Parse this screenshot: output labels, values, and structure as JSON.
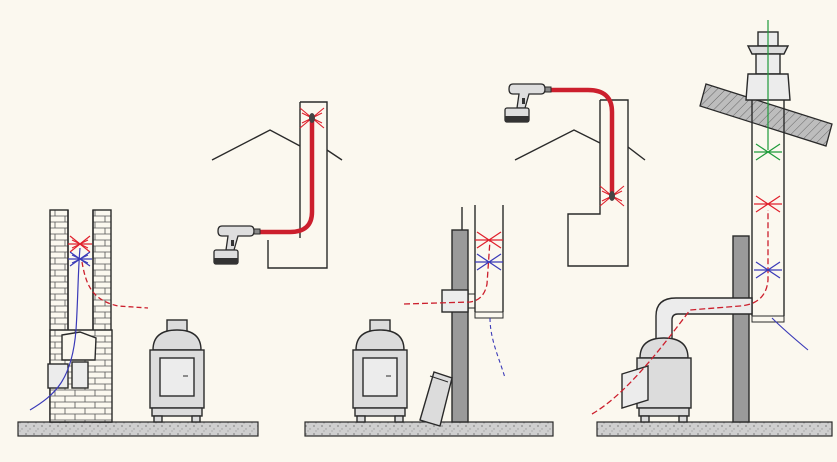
{
  "figure": {
    "panels": [
      {
        "id": "brick-chimney-stove",
        "brush_tool": "flexible-rod"
      },
      {
        "id": "roof-chimney-drill-from-below",
        "brush_tool": "drill"
      },
      {
        "id": "wall-chimney-side-access",
        "brush_tool": "flexible-rod"
      },
      {
        "id": "roof-chimney-drill-from-above",
        "brush_tool": "drill"
      },
      {
        "id": "insulated-flue-through-roof",
        "brush_tool": "flexible-rod"
      }
    ],
    "colors": {
      "line": "#2a2a2a",
      "background": "#fbf8ef",
      "ground": "#c8c8c8",
      "rod": "#cc1f2d",
      "brush_red": "#e0202c",
      "brush_blue": "#3a3ab8",
      "brush_green": "#1e9a3a",
      "metal": "#dcdcdc",
      "post": "#9a9a9a"
    },
    "icons": [
      "drill-icon",
      "wood-stove-icon",
      "chimney-brush-icon",
      "chimney-cap-icon"
    ]
  }
}
